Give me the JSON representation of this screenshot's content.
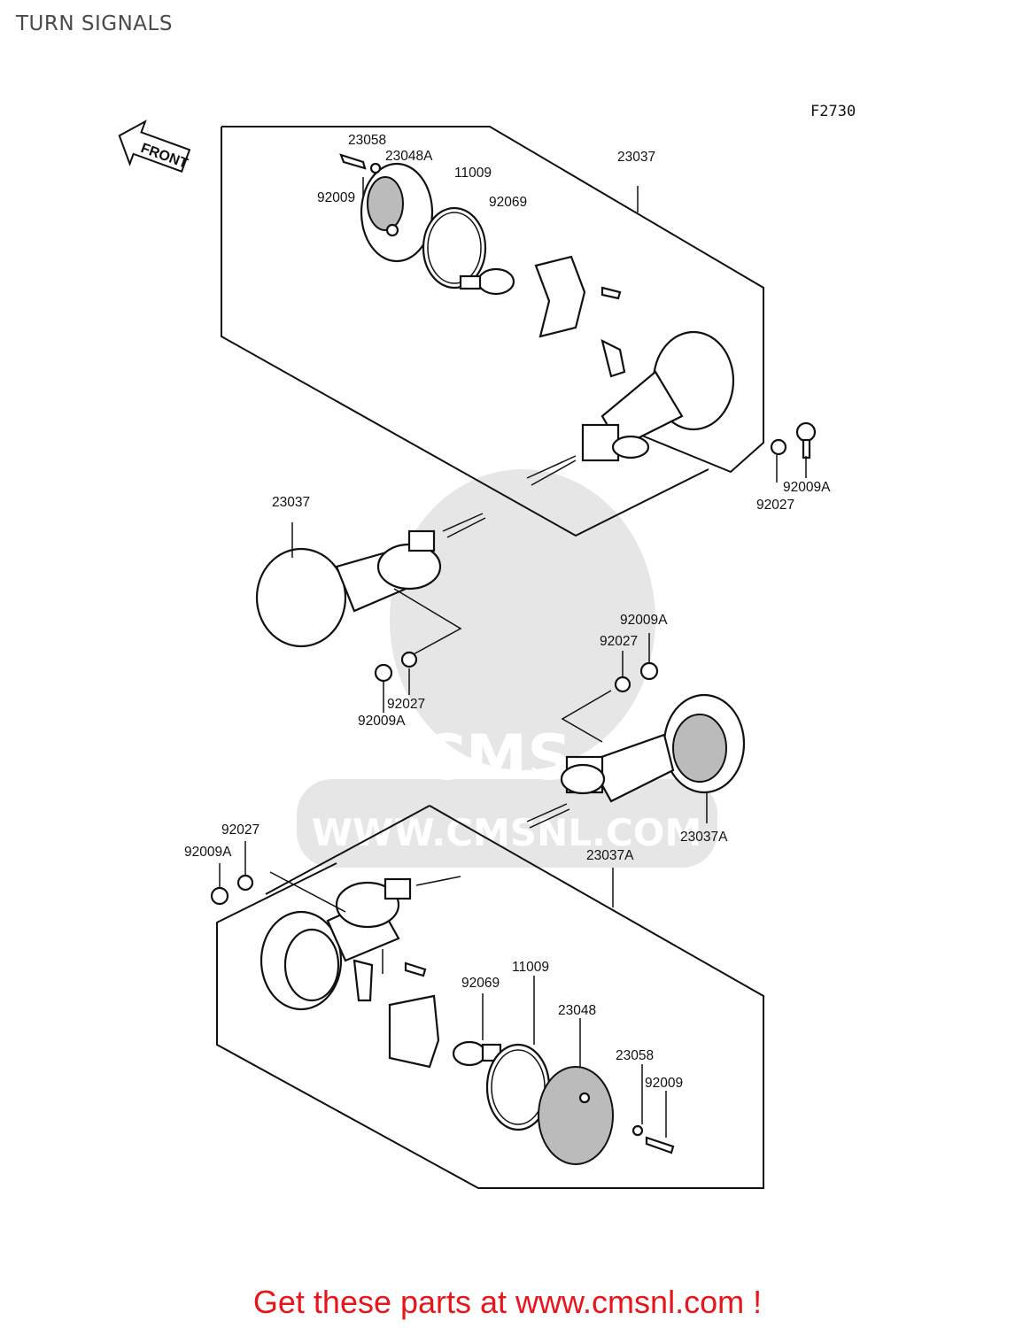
{
  "title": "TURN SIGNALS",
  "figure_code": "F2730",
  "front_label": "FRONT",
  "watermark": {
    "brand": "CMS",
    "url": "WWW.CMSNL.COM"
  },
  "labels": {
    "l1": "23058",
    "l2": "23048A",
    "l3": "11009",
    "l4": "92069",
    "l5": "23037",
    "l6": "92009",
    "l7": "92009A",
    "l8": "92027",
    "l9": "23037",
    "l10": "92009A",
    "l11": "92027",
    "l12": "92027",
    "l13": "92009A",
    "l14": "23037A",
    "l15": "92027",
    "l16": "92009A",
    "l17": "23037A",
    "l18": "11009",
    "l19": "92069",
    "l20": "23048",
    "l21": "23058",
    "l22": "92009"
  },
  "footer": {
    "cta": "Get these parts at www.cmsnl.com !"
  },
  "colors": {
    "accent": "#e8161b",
    "title": "#4a4a4a",
    "ink": "#111111",
    "watermark": "#e6e6e6"
  }
}
